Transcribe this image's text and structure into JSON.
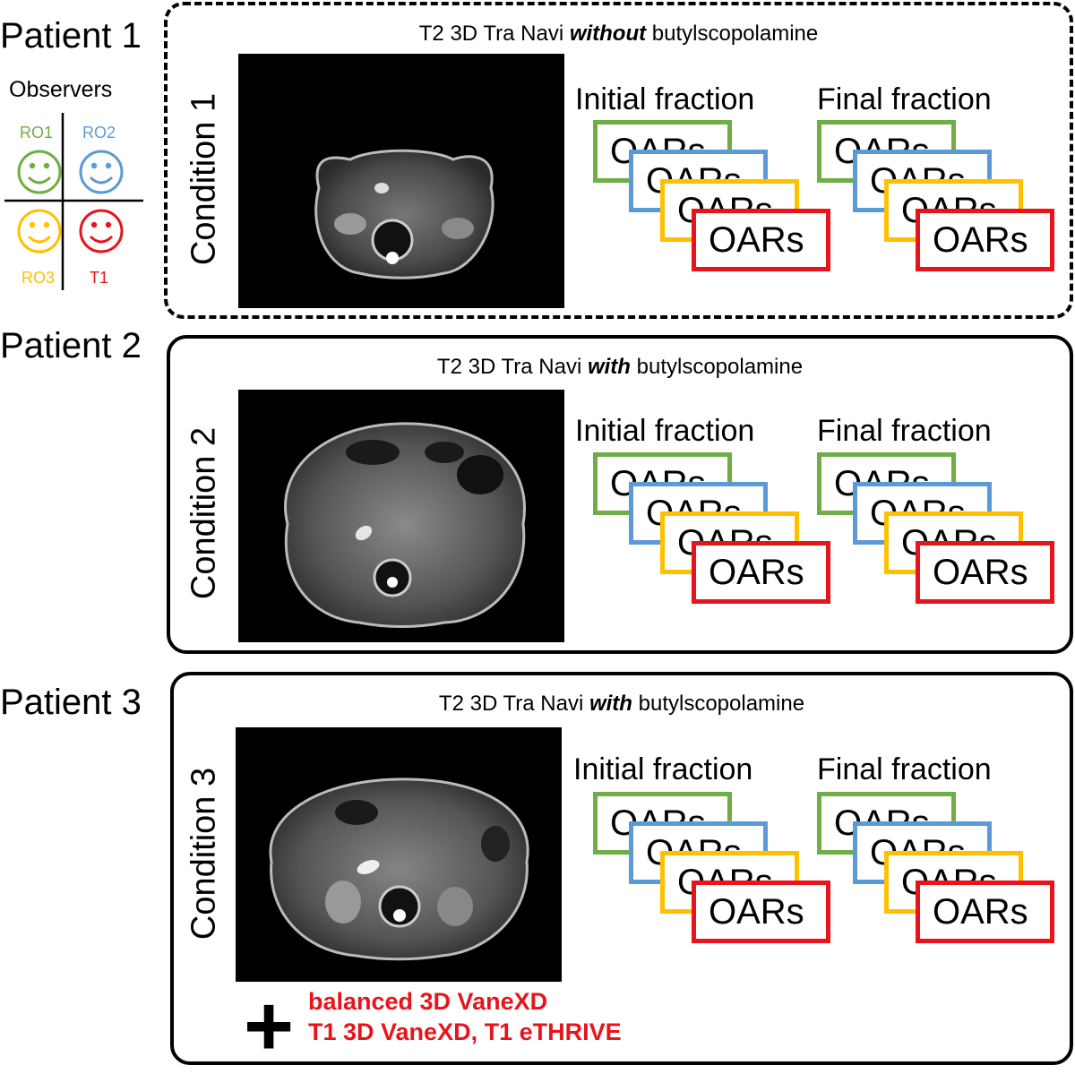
{
  "colors": {
    "ro1": "#70ad47",
    "ro2": "#5b9bd5",
    "ro3": "#ffc000",
    "t1": "#e8141b"
  },
  "observers": {
    "title": "Observers",
    "items": [
      {
        "label": "RO1",
        "color": "#70ad47"
      },
      {
        "label": "RO2",
        "color": "#5b9bd5"
      },
      {
        "label": "RO3",
        "color": "#ffc000"
      },
      {
        "label": "T1",
        "color": "#e8141b"
      }
    ]
  },
  "panels": [
    {
      "patient": "Patient 1",
      "title_pre": "T2 3D Tra Navi ",
      "title_emph": "without",
      "title_post": " butylscopolamine",
      "condition": "Condition 1",
      "initial": "Initial fraction",
      "final": "Final fraction",
      "oar": "OARs",
      "dashed": true
    },
    {
      "patient": "Patient 2",
      "title_pre": "T2 3D Tra Navi ",
      "title_emph": "with",
      "title_post": " butylscopolamine",
      "condition": "Condition 2",
      "initial": "Initial fraction",
      "final": "Final fraction",
      "oar": "OARs",
      "dashed": false
    },
    {
      "patient": "Patient 3",
      "title_pre": "T2 3D Tra Navi ",
      "title_emph": "with",
      "title_post": " butylscopolamine",
      "condition": "Condition 3",
      "initial": "Initial fraction",
      "final": "Final fraction",
      "oar": "OARs",
      "dashed": false
    }
  ],
  "extra": {
    "plus": "+",
    "line1": "balanced 3D VaneXD",
    "line2": "T1 3D VaneXD, T1 eTHRIVE"
  }
}
